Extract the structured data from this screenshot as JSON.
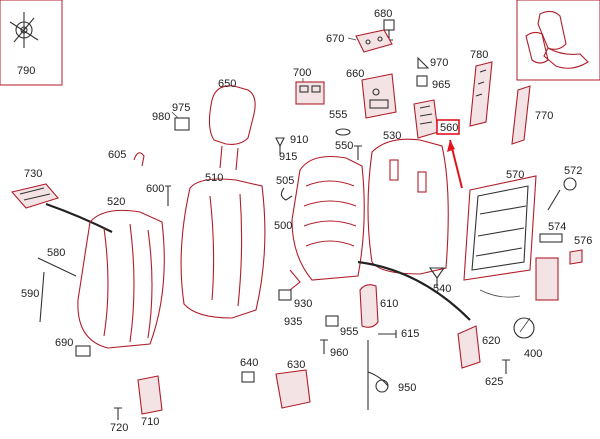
{
  "colors": {
    "part_outline": "#b01e2a",
    "label_text": "#222222",
    "highlight_arrow": "#e0141e",
    "background": "#ffffff"
  },
  "highlighted_part": "560",
  "labels": {
    "p680": "680",
    "p670": "670",
    "p790": "790",
    "p700": "700",
    "p660": "660",
    "p970": "970",
    "p965": "965",
    "p780": "780",
    "p650": "650",
    "p975": "975",
    "p980": "980",
    "p555": "555",
    "p530": "530",
    "p560": "560",
    "p770": "770",
    "p910": "910",
    "p915": "915",
    "p550": "550",
    "p605": "605",
    "p510": "510",
    "p730": "730",
    "p600": "600",
    "p505": "505",
    "p570": "570",
    "p572": "572",
    "p520": "520",
    "p500": "500",
    "p574": "574",
    "p576": "576",
    "p580": "580",
    "p540": "540",
    "p590": "590",
    "p930": "930",
    "p610": "610",
    "p935": "935",
    "p955": "955",
    "p615": "615",
    "p690": "690",
    "p620": "620",
    "p960": "960",
    "p400": "400",
    "p640": "640",
    "p630": "630",
    "p950": "950",
    "p625": "625",
    "p710": "710",
    "p720": "720"
  }
}
